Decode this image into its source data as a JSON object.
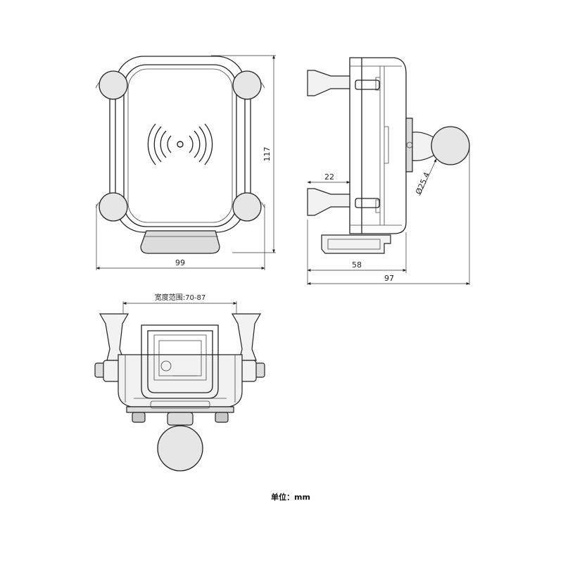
{
  "front_view": {
    "width_dim": "99",
    "height_dim": "117"
  },
  "side_view": {
    "arm_dim": "22",
    "depth_dim": "58",
    "total_depth_dim": "97",
    "ball_dim": "Ø25.4"
  },
  "bottom_view": {
    "range_label": "宽度范围:70-87"
  },
  "units_label": "单位：mm"
}
